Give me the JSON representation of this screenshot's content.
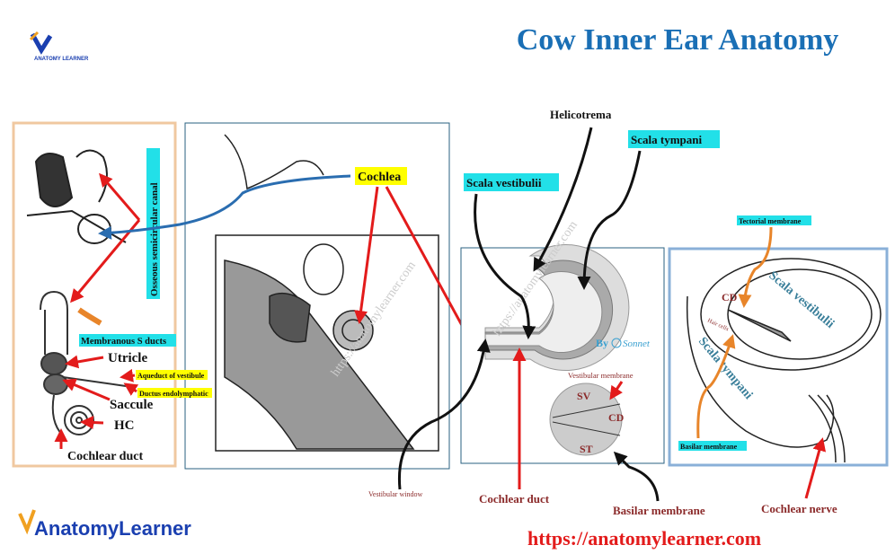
{
  "title": "Cow Inner Ear Anatomy",
  "logo_small": "ANATOMY LEARNER",
  "logo_large": "AnatomyLearner",
  "url": "https://anatomylearner.com",
  "watermark": "https://anatomylearner.com",
  "colors": {
    "title": "#1a6fb5",
    "arrow": "#e31b1b",
    "orange": "#e8852a",
    "blue_arrow": "#2a6db0",
    "highlight_cyan": "#22e0e8",
    "highlight_yellow": "#ffff00",
    "url": "#e31b1b"
  },
  "panel1": {
    "osseous": "Osseous semicircular canal",
    "membranous": "Membranous S ducts",
    "utricle": "Utricle",
    "aqueduct": "Aqueduct of vestibule",
    "ductus": "Ductus endolymphatic",
    "saccule": "Saccule",
    "hc": "HC",
    "cochlear_duct": "Cochlear duct"
  },
  "panel2": {
    "cochlea": "Cochlea"
  },
  "panel3": {
    "helicotrema": "Helicotrema",
    "scala_tympani": "Scala tympani",
    "scala_vestibulii": "Scala vestibulii",
    "by": "By",
    "sonnet": "Sonnet",
    "vestibular_membrane": "Vestibular membrane",
    "sv": "SV",
    "cd": "CD",
    "st": "ST",
    "vestibular_window": "Vestibular window",
    "cochlear_duct": "Cochlear duct",
    "basilar_membrane": "Basilar membrane"
  },
  "panel4": {
    "tectorial": "Tectorial membrane",
    "cd": "CD",
    "hair_cells": "Hair cells",
    "scala_vestibulii": "Scala vestibulii",
    "scala_tympani": "Scala tympani",
    "basilar": "Basilar membrane",
    "cochlear_nerve": "Cochlear nerve"
  }
}
